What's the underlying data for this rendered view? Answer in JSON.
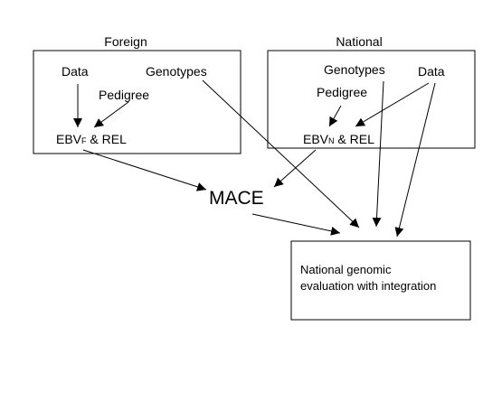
{
  "groups": {
    "foreign": {
      "title": "Foreign",
      "data": "Data",
      "genotypes": "Genotypes",
      "pedigree": "Pedigree",
      "ebv_prefix": "EBV",
      "ebv_sub": "F",
      "ebv_suffix": " & REL"
    },
    "national": {
      "title": "National",
      "genotypes": "Genotypes",
      "data": "Data",
      "pedigree": "Pedigree",
      "ebv_prefix": "EBV",
      "ebv_sub": "N",
      "ebv_suffix": " & REL"
    }
  },
  "mace": "MACE",
  "result": {
    "line1": "National genomic",
    "line2": "evaluation with integration"
  },
  "colors": {
    "stroke": "#000000",
    "background": "#ffffff"
  }
}
